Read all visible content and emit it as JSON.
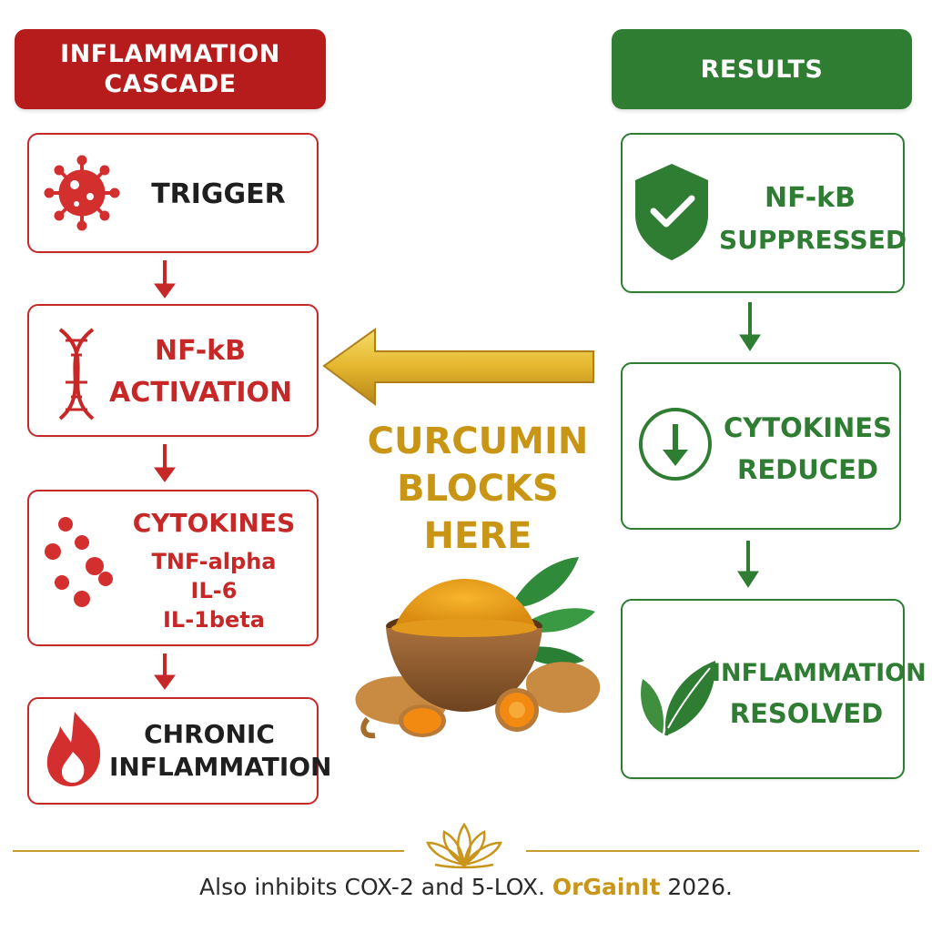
{
  "left_column": {
    "header": "INFLAMMATION\nCASCADE",
    "steps": [
      {
        "title": "TRIGGER",
        "icon": "virus-icon"
      },
      {
        "title_line1": "NF-kB",
        "title_line2": "ACTIVATION",
        "icon": "dna-icon"
      },
      {
        "title": "CYTOKINES",
        "items": [
          "TNF-alpha",
          "IL-6",
          "IL-1beta"
        ],
        "icon": "cytokine-dots-icon"
      },
      {
        "title_line1": "CHRONIC",
        "title_line2": "INFLAMMATION",
        "icon": "flame-icon"
      }
    ]
  },
  "right_column": {
    "header": "RESULTS",
    "steps": [
      {
        "title_line1": "NF-kB",
        "title_line2": "SUPPRESSED",
        "icon": "shield-check-icon"
      },
      {
        "title_line1": "CYTOKINES",
        "title_line2": "REDUCED",
        "icon": "down-arrow-circle-icon"
      },
      {
        "title_line1": "INFLAMMATION",
        "title_line2": "RESOLVED",
        "icon": "leaf-icon"
      }
    ]
  },
  "center": {
    "line1": "CURCUMIN",
    "line2": "BLOCKS",
    "line3": "HERE",
    "arrow_icon": "gold-arrow-left-icon",
    "image_icon": "turmeric-bowl-icon"
  },
  "footer": {
    "text": "Also inhibits COX-2 and 5-LOX.",
    "brand": "OrGainIt",
    "year": "2026.",
    "icon": "lotus-icon"
  },
  "colors": {
    "red": "#c62828",
    "green": "#2e7d32",
    "gold": "#c99514"
  }
}
